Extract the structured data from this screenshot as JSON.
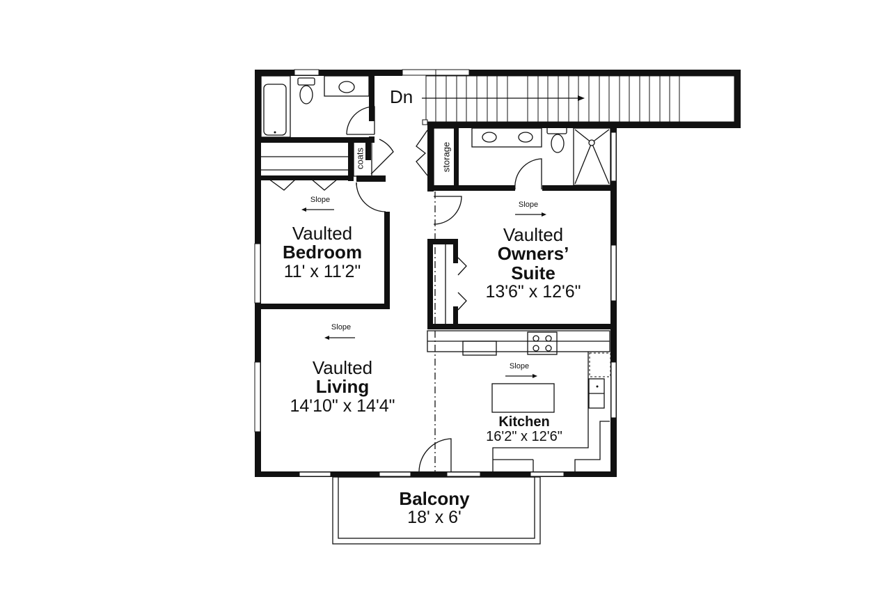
{
  "plan": {
    "stair": {
      "label": "Dn"
    },
    "closets": {
      "coats": "coats",
      "storage": "storage"
    },
    "rooms": [
      {
        "id": "bedroom",
        "line1": "Vaulted",
        "line2": "Bedroom",
        "dimensions": "11' x 11'2\"",
        "slope": "Slope",
        "slope_direction": "left"
      },
      {
        "id": "owners-suite",
        "line1": "Vaulted",
        "line2": "Owners’",
        "line3": "Suite",
        "dimensions": "13'6\" x 12'6\"",
        "slope": "Slope",
        "slope_direction": "right"
      },
      {
        "id": "living",
        "line1": "Vaulted",
        "line2": "Living",
        "dimensions": "14'10\" x 14'4\"",
        "slope": "Slope",
        "slope_direction": "left"
      },
      {
        "id": "kitchen",
        "line2": "Kitchen",
        "dimensions": "16'2\" x 12'6\"",
        "slope": "Slope",
        "slope_direction": "right"
      },
      {
        "id": "balcony",
        "line2": "Balcony",
        "dimensions": "18' x 6'"
      }
    ],
    "colors": {
      "wall": "#111111",
      "background": "#ffffff"
    }
  }
}
